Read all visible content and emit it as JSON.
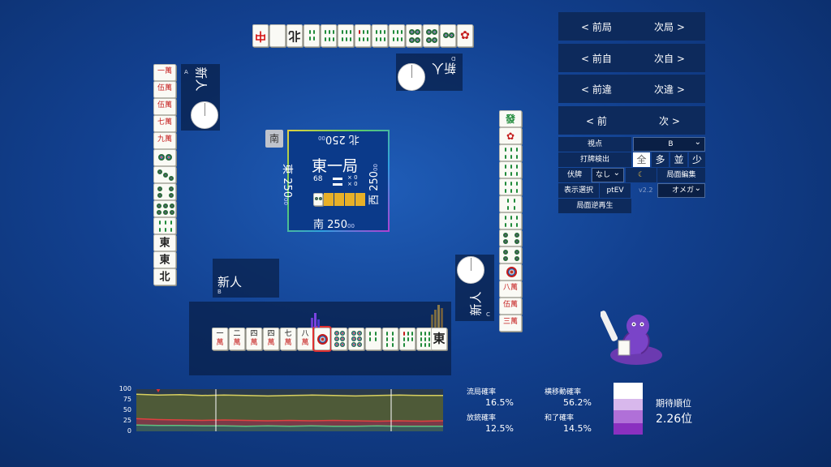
{
  "nav": {
    "prev_round": "< 前局",
    "next_round": "次局 >",
    "prev_self": "< 前自",
    "next_self": "次自 >",
    "prev_diff": "< 前違",
    "next_diff": "次違 >",
    "prev": "< 前",
    "next": "次 >"
  },
  "settings": {
    "viewpoint_label": "視点",
    "viewpoint_value": "B",
    "discard_detect_label": "打牌検出",
    "detect_options": [
      "全",
      "多",
      "並",
      "少"
    ],
    "face_down_label": "伏牌",
    "face_down_value": "なし",
    "moon_icon": "moon-icon",
    "board_edit": "局面編集",
    "display_select": "表示選択",
    "ptev": "ptEV",
    "version": "v2.2",
    "ai_value": "オメガ",
    "replay": "局面逆再生"
  },
  "players": {
    "top": {
      "name": "新人",
      "seat": "D"
    },
    "left": {
      "name": "新人",
      "seat": "A"
    },
    "right": {
      "name": "新人",
      "seat": "C"
    },
    "bottom": {
      "name": "新人",
      "seat": "B"
    }
  },
  "board": {
    "round": "東一局",
    "east_label": "東",
    "east_score": "250",
    "east_00": "00",
    "south_label": "南",
    "south_score": "250",
    "south_00": "00",
    "west_label": "西",
    "west_score": "250",
    "west_00": "00",
    "north_label": "北",
    "north_score": "250",
    "north_00": "00",
    "wall_count": "68",
    "honba": "× 0",
    "riichi": "× 0",
    "round_wind_badge": "南"
  },
  "hand": {
    "tiles": [
      {
        "type": "man",
        "num": "一",
        "suit": "萬"
      },
      {
        "type": "man",
        "num": "二",
        "suit": "萬"
      },
      {
        "type": "man",
        "num": "四",
        "suit": "萬"
      },
      {
        "type": "man",
        "num": "四",
        "suit": "萬"
      },
      {
        "type": "man",
        "num": "七",
        "suit": "萬"
      },
      {
        "type": "man",
        "num": "八",
        "suit": "萬"
      },
      {
        "type": "pin",
        "count": 1,
        "selected": true
      },
      {
        "type": "pin",
        "count": 6
      },
      {
        "type": "pin",
        "count": 6
      },
      {
        "type": "sou",
        "count": 4
      },
      {
        "type": "sou",
        "count": 6
      },
      {
        "type": "sou",
        "count": 7
      },
      {
        "type": "sou",
        "count": 9
      }
    ],
    "drawn": {
      "type": "wind",
      "char": "東"
    }
  },
  "stats": {
    "draw_rate_label": "流局確率",
    "draw_rate": "16.5%",
    "lateral_rate_label": "横移動確率",
    "lateral_rate": "56.2%",
    "dealin_rate_label": "放銃確率",
    "dealin_rate": "12.5%",
    "win_rate_label": "和了確率",
    "win_rate": "14.5%",
    "expected_rank_label": "期待順位",
    "expected_rank": "2.26位"
  },
  "graph": {
    "y_ticks": [
      "100",
      "75",
      "50",
      "25",
      "0"
    ],
    "series": [
      {
        "values": [
          88,
          86,
          87,
          85,
          86,
          85,
          84,
          85,
          86,
          85,
          84,
          85,
          86,
          85,
          85
        ]
      },
      {
        "values": [
          30,
          28,
          27,
          26,
          27,
          26,
          25,
          26,
          25,
          26,
          25,
          24,
          25,
          24,
          25
        ]
      },
      {
        "values": [
          15,
          14,
          14,
          13,
          13,
          12,
          13,
          12,
          13,
          12,
          12,
          13,
          12,
          12,
          12
        ]
      }
    ]
  },
  "colors": {
    "accent": "#0d2a5c",
    "graph_yellow": "#d8d060",
    "graph_red": "#e04040",
    "graph_green": "#60c080"
  }
}
